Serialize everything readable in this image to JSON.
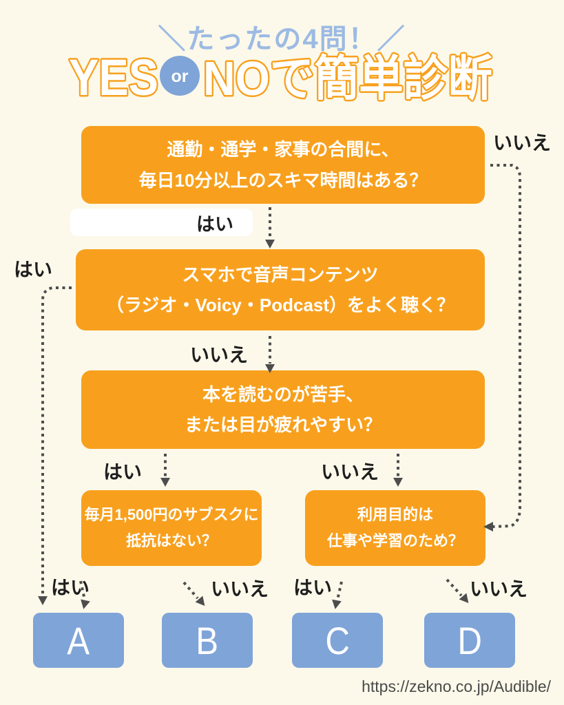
{
  "header": {
    "tagline": "＼たったの4問！／",
    "title_yes": "YES",
    "title_or": "or",
    "title_no_suffix": "NOで簡単診断"
  },
  "colors": {
    "background": "#FCF9EA",
    "question_orange": "#F8A01D",
    "result_blue": "#7FA4D8",
    "tagline_blue": "#9CBAE3",
    "connector_gray": "#4D4D4D"
  },
  "flowchart": {
    "questions": [
      {
        "lines": [
          "通勤・通学・家事の合間に、",
          "毎日10分以上のスキマ時間はある？"
        ]
      },
      {
        "lines": [
          "スマホで音声コンテンツ",
          "（ラジオ・Voicy・Podcast）をよく聴く？"
        ]
      },
      {
        "lines": [
          "本を読むのが苦手、",
          "または目が疲れやすい？"
        ]
      },
      {
        "lines": [
          "毎月1,500円のサブスクに",
          "抵抗はない？"
        ]
      },
      {
        "lines": [
          "利用目的は",
          "仕事や学習のため？"
        ]
      }
    ],
    "edge_labels": {
      "q1_yes": "はい",
      "q1_no": "いいえ",
      "q2_yes": "はい",
      "q2_no": "いいえ",
      "q3_yes": "はい",
      "q3_no": "いいえ",
      "q4l_yes": "はい",
      "q4l_no": "いいえ",
      "q4r_yes": "はい",
      "q4r_no": "いいえ"
    },
    "results": [
      {
        "label": "A"
      },
      {
        "label": "B"
      },
      {
        "label": "C"
      },
      {
        "label": "D"
      }
    ]
  },
  "footer": {
    "url": "https://zekno.co.jp/Audible/"
  }
}
